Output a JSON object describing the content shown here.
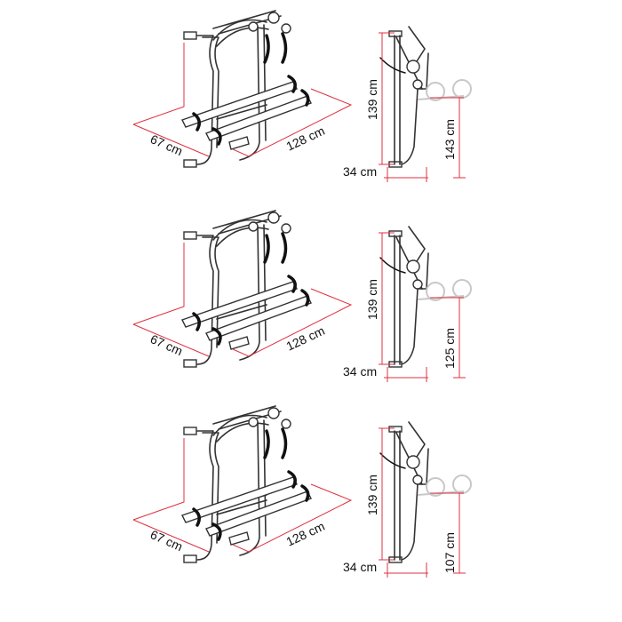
{
  "colors": {
    "dimension_line": "#e03040",
    "rack": "#333333"
  },
  "rows": [
    {
      "width": "67 cm",
      "length": "128 cm",
      "height": "139 cm",
      "depth": "34 cm",
      "ground_clearance": "143 cm"
    },
    {
      "width": "67 cm",
      "length": "128 cm",
      "height": "139 cm",
      "depth": "34 cm",
      "ground_clearance": "125 cm"
    },
    {
      "width": "67 cm",
      "length": "128 cm",
      "height": "139 cm",
      "depth": "34 cm",
      "ground_clearance": "107 cm"
    }
  ]
}
